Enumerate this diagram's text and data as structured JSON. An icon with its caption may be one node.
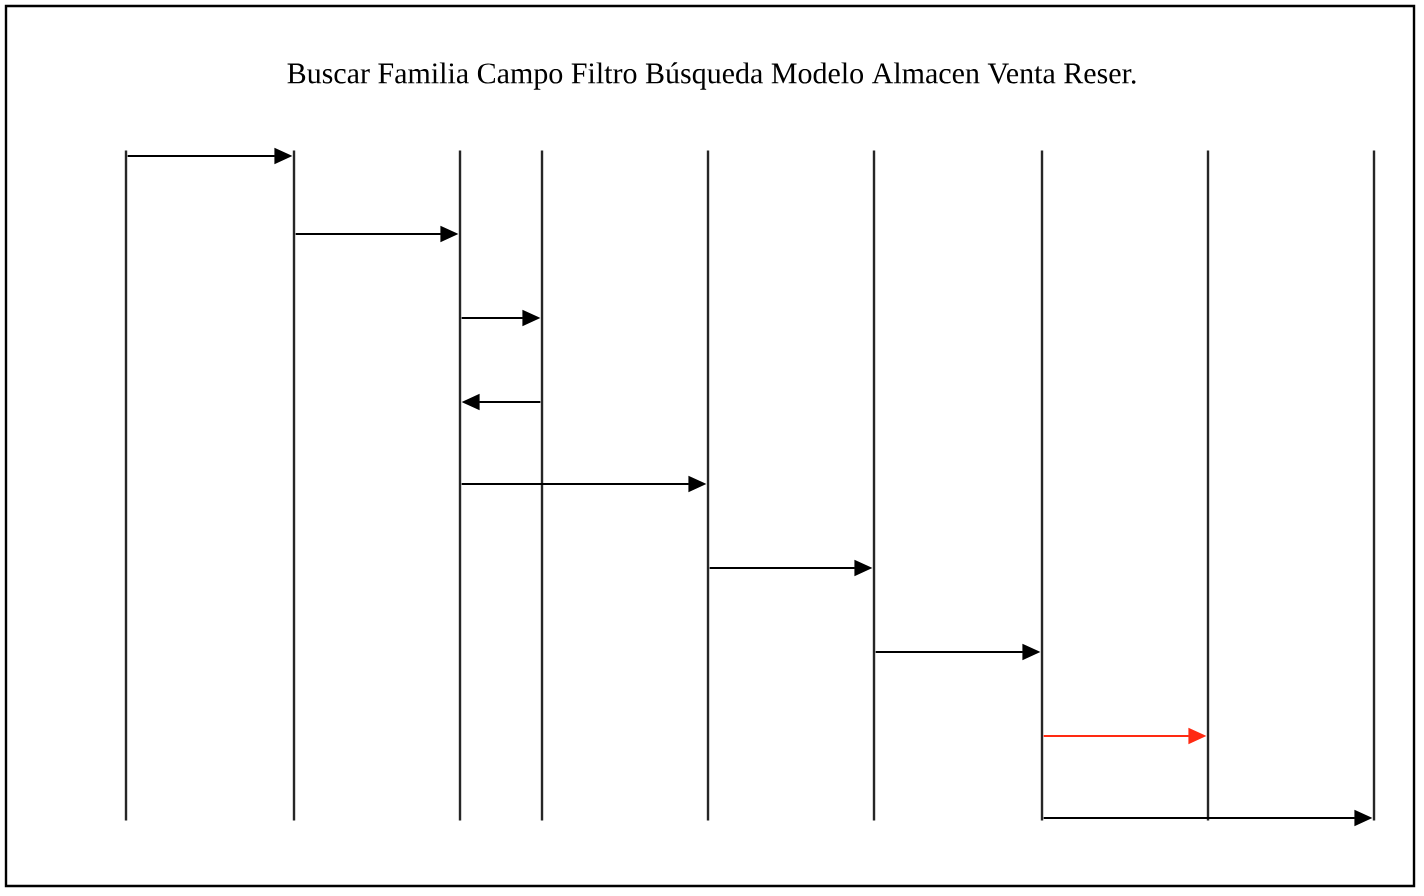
{
  "diagram": {
    "title": "Buscar Familia Campo Filtro Búsqueda Modelo Almacen Venta Reser.",
    "nodes": [
      {
        "text": [],
        "shape": "line"
      },
      {
        "text": [],
        "shape": "line"
      },
      {
        "text": [],
        "shape": "line"
      },
      {
        "text": [],
        "shape": "line"
      },
      {
        "text": [],
        "shape": "line"
      },
      {
        "text": [],
        "shape": "line"
      },
      {
        "text": [],
        "shape": "line"
      },
      {
        "text": [],
        "shape": "line"
      },
      {
        "text": [],
        "shape": "line"
      }
    ],
    "edges": [
      {
        "from": 0,
        "to": 1,
        "arrow": "to"
      },
      {
        "from": 1,
        "to": 2,
        "arrow": "to"
      },
      {
        "from": 2,
        "to": 3,
        "arrow": "to"
      },
      {
        "from": 3,
        "to": 2,
        "arrow": "to"
      },
      {
        "from": 2,
        "to": 4,
        "arrow": "to"
      },
      {
        "from": 4,
        "to": 5,
        "arrow": "to"
      },
      {
        "from": 5,
        "to": 6,
        "arrow": "to"
      },
      {
        "from": 6,
        "to": 7,
        "arrow": "to",
        "color": "#ff2a12"
      },
      {
        "from": 6,
        "to": 8,
        "arrow": "to"
      }
    ]
  }
}
